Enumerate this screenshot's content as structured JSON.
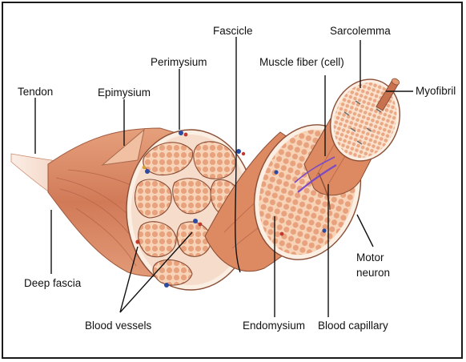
{
  "labels": {
    "tendon": "Tendon",
    "epimysium": "Epimysium",
    "perimysium": "Perimysium",
    "fascicle": "Fascicle",
    "sarcolemma": "Sarcolemma",
    "muscle_fiber": "Muscle fiber (cell)",
    "myofibril": "Myofibril",
    "deep_fascia": "Deep fascia",
    "blood_vessels": "Blood vessels",
    "endomysium": "Endomysium",
    "blood_capillary": "Blood capillary",
    "motor_neuron_line1": "Motor",
    "motor_neuron_line2": "neuron"
  },
  "colors": {
    "muscle_light": "#f4c9a8",
    "muscle_mid": "#e59a72",
    "muscle_dark": "#c8694a",
    "fascicle_fill": "#f0b58e",
    "fiber_fill": "#f7d2b4",
    "connective": "#fbeee2",
    "vessel_blue": "#2b4aa0",
    "vessel_red": "#c0392b",
    "nerve_purple": "#7a4bc4",
    "myofibril": "#c8714f",
    "outline": "#111111"
  }
}
